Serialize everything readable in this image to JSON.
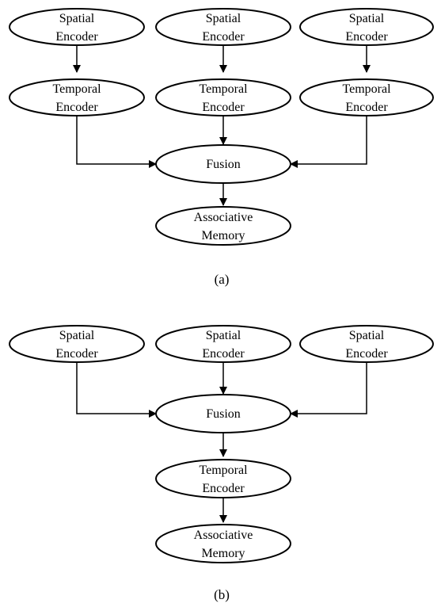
{
  "diagram_a": {
    "caption": "(a)",
    "spatial_1": [
      "Spatial",
      "Encoder"
    ],
    "spatial_2": [
      "Spatial",
      "Encoder"
    ],
    "spatial_3": [
      "Spatial",
      "Encoder"
    ],
    "temporal_1": [
      "Temporal",
      "Encoder"
    ],
    "temporal_2": [
      "Temporal",
      "Encoder"
    ],
    "temporal_3": [
      "Temporal",
      "Encoder"
    ],
    "fusion": [
      "Fusion"
    ],
    "memory": [
      "Associative",
      "Memory"
    ]
  },
  "diagram_b": {
    "caption": "(b)",
    "spatial_1": [
      "Spatial",
      "Encoder"
    ],
    "spatial_2": [
      "Spatial",
      "Encoder"
    ],
    "spatial_3": [
      "Spatial",
      "Encoder"
    ],
    "fusion": [
      "Fusion"
    ],
    "temporal": [
      "Temporal",
      "Encoder"
    ],
    "memory": [
      "Associative",
      "Memory"
    ]
  }
}
